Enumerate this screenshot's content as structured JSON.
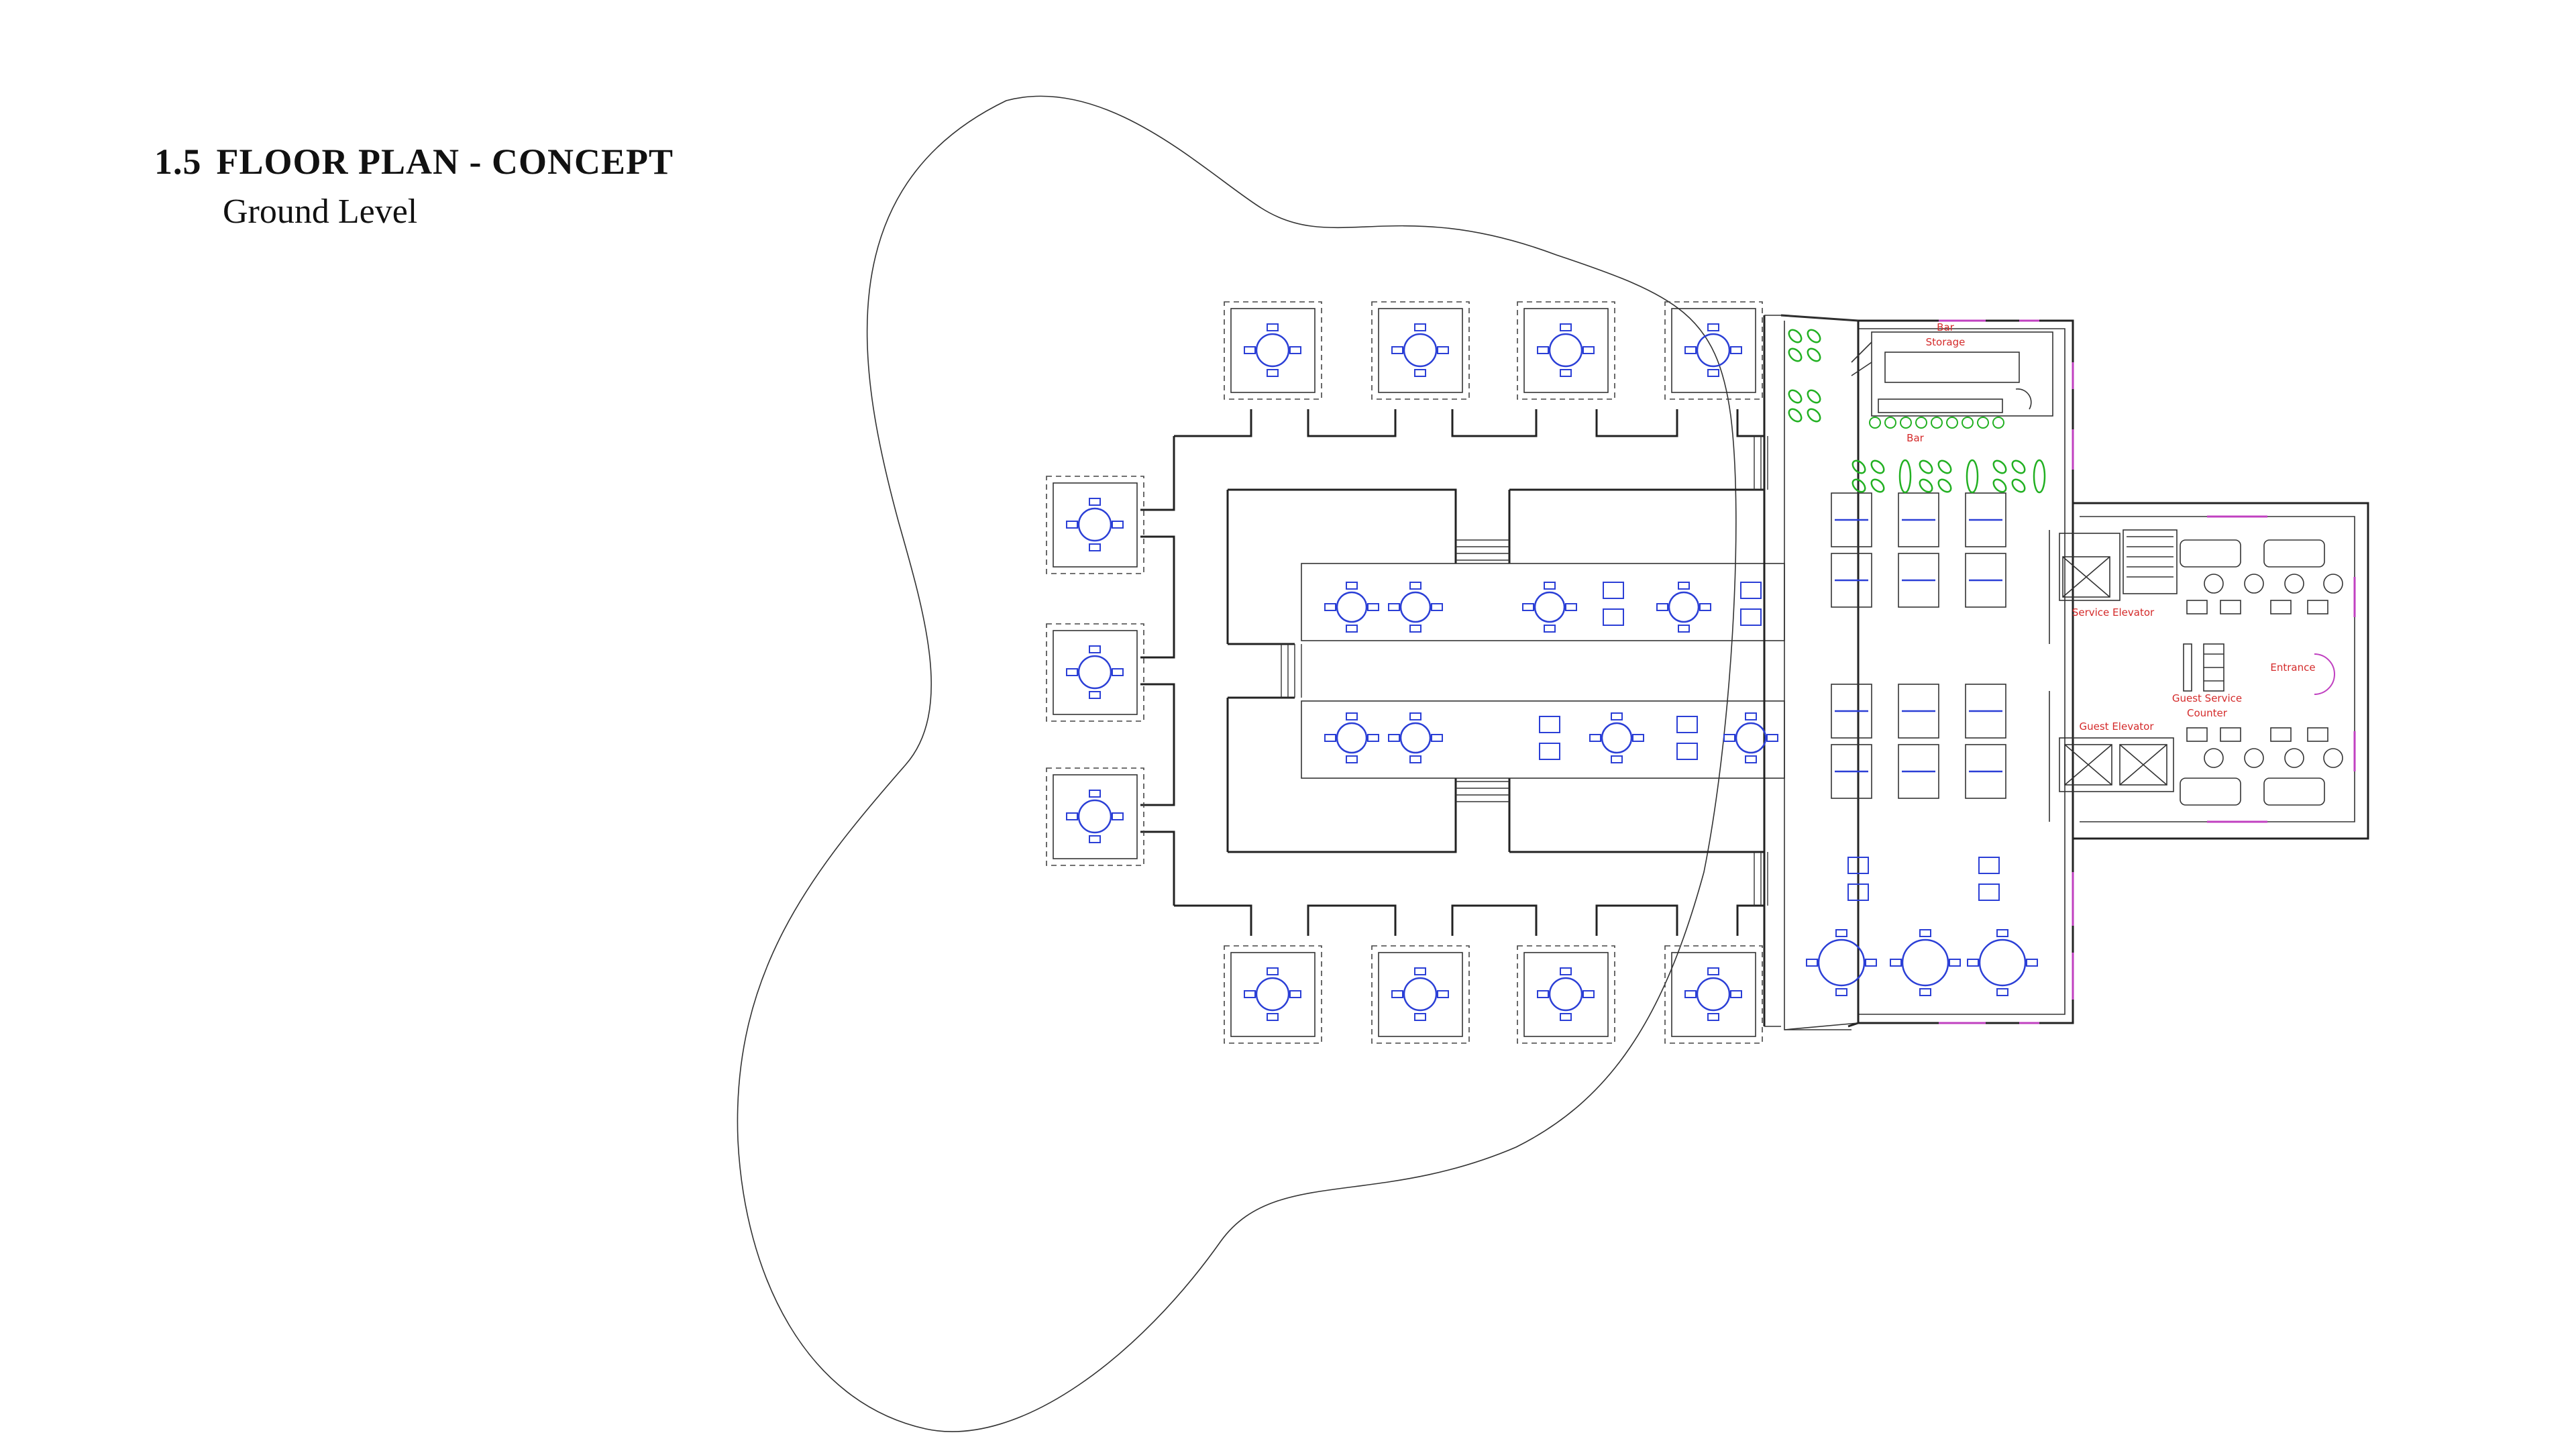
{
  "heading": {
    "number": "1.5",
    "title": "FLOOR PLAN - CONCEPT",
    "subtitle": "Ground Level"
  },
  "room_labels": {
    "bar_storage_line1": "Bar",
    "bar_storage_line2": "Storage",
    "bar": "Bar",
    "service_elevator": "Service Elevator",
    "guest_elevator": "Guest Elevator",
    "guest_service_line1": "Guest Service",
    "guest_service_line2": "Counter",
    "entrance": "Entrance"
  },
  "colors": {
    "label": "#d42a2a",
    "furniture_blue": "#2b3fd6",
    "planter_green": "#22b022",
    "window_pink": "#c040c0",
    "linework": "#222222"
  }
}
